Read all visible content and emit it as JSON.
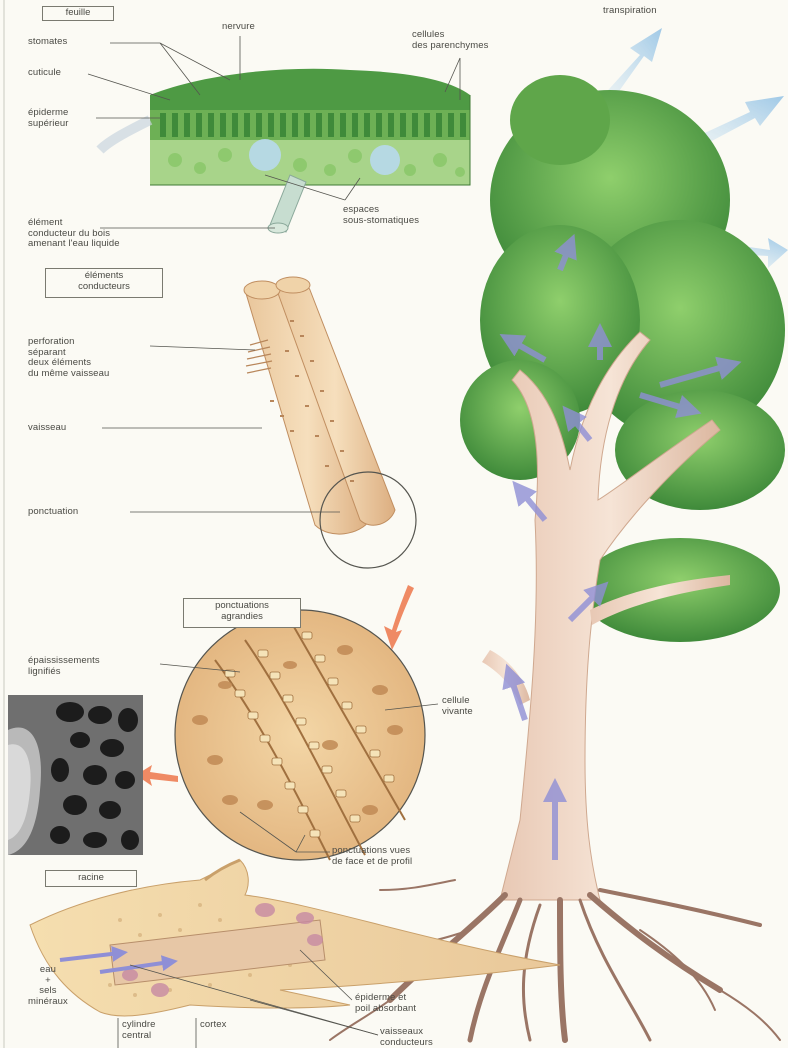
{
  "section_titles": {
    "feuille": "feuille",
    "elements_conducteurs": "éléments\nconducteurs",
    "ponctuations_agrandies": "ponctuations\nagrandies",
    "racine": "racine"
  },
  "labels": {
    "transpiration": "transpiration",
    "nervure": "nervure",
    "stomates": "stomates",
    "cellules_parenchymes": "cellules\ndes parenchymes",
    "cuticule": "cuticule",
    "epiderme_superieur": "épiderme\nsupérieur",
    "element_conducteur_bois": "élément\nconducteur du bois\namenant l'eau liquide",
    "espaces_sous_stomatiques": "espaces\nsous-stomatiques",
    "perforation": "perforation\nséparant\ndeux éléments\ndu même vaisseau",
    "vaisseau": "vaisseau",
    "ponctuation": "ponctuation",
    "epaississements_lignifies": "épaississements\nlignifiés",
    "cellule_vivante": "cellule\nvivante",
    "ponctuations_vues": "ponctuations vues\nde face et de profil",
    "eau_sels_mineraux": "eau\n+\nsels\nminéraux",
    "cylindre_central": "cylindre\ncentral",
    "cortex": "cortex",
    "epiderme_poil_absorbant": "épiderme et\npoil absorbant",
    "vaisseaux_conducteurs": "vaisseaux\nconducteurs"
  },
  "colors": {
    "background": "#fbfaf4",
    "foliage_dark": "#3f8a3a",
    "foliage_light": "#7cbf5e",
    "trunk": "#ecd2c0",
    "tissue": "#f2d9a8",
    "arrow_blue": "#a9cde6",
    "arrow_purple": "#9a9ad8",
    "arrow_orange": "#ef8a64",
    "label_text": "#4a4a44"
  }
}
